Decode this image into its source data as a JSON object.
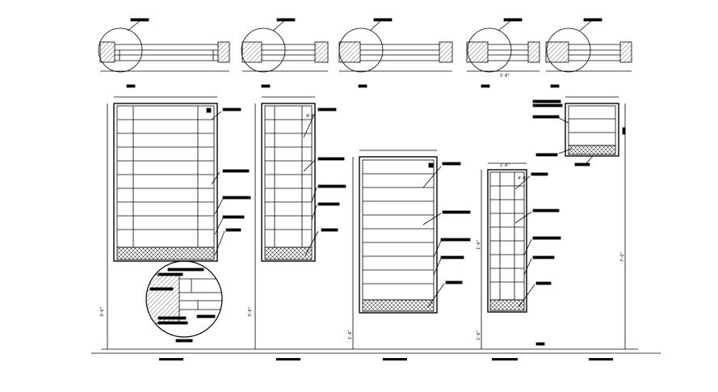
{
  "drawing": {
    "background": "#ffffff",
    "line_color": "#000000",
    "hatch_color": "#000000"
  },
  "dimension_texts": {
    "plan4_width": "1'-6\"",
    "elev4_width": "1'-6\"",
    "elev2_small": "4'-8\"",
    "elev4_small": "4'-8\"",
    "elev1_height": "3'-6\"",
    "elev2_height": "3'-6\"",
    "elev3_height": "1'-6\"",
    "elev4_height": "1'-6\"",
    "elev4_tall": "1'-6\"",
    "elev5_tall": "7'-0\""
  }
}
